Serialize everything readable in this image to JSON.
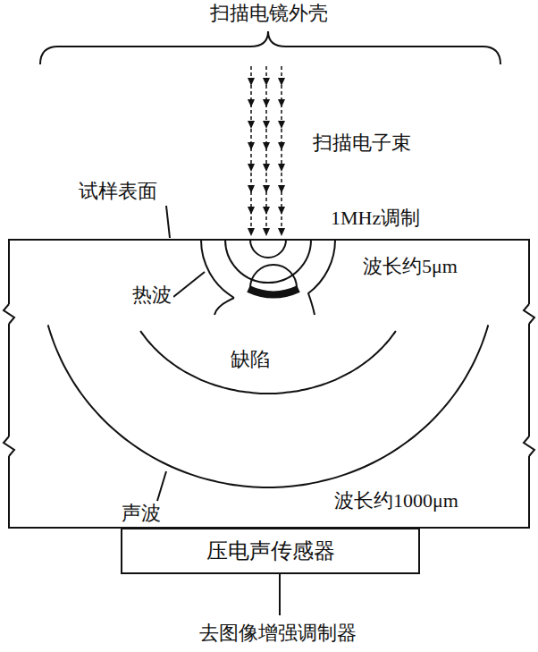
{
  "diagram": {
    "nodes": [
      {
        "text": [
          "压电声传感器"
        ]
      }
    ],
    "labels": [
      "扫描电镜外壳",
      "扫描电子束",
      "试样表面",
      "1MHz调制",
      "波长约5μm",
      "热波",
      "缺陷",
      "声波",
      "波长约1000μm",
      "去图像增强调制器"
    ]
  }
}
